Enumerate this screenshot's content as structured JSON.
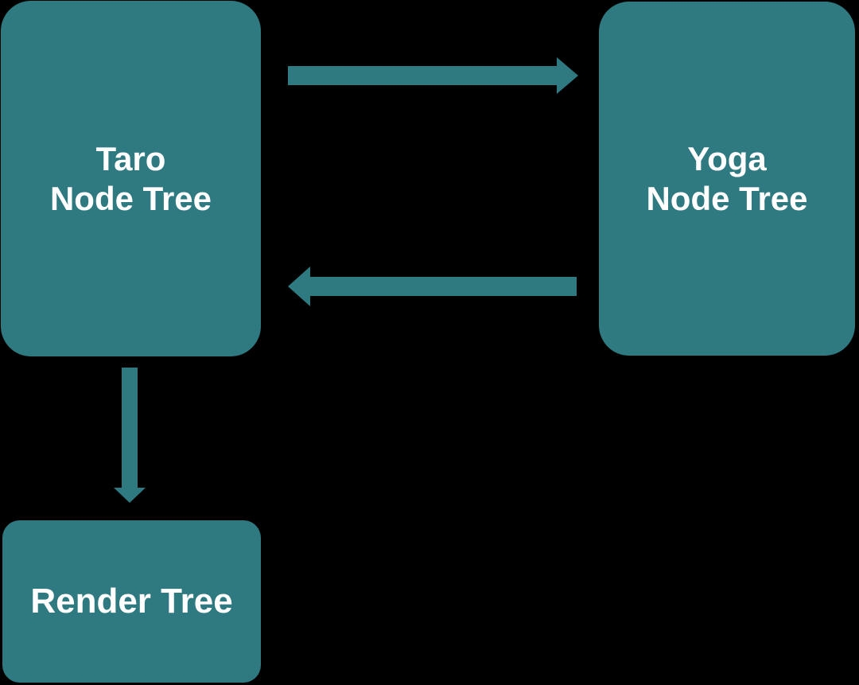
{
  "colors": {
    "background": "#000000",
    "node_fill": "#2E7A80",
    "arrow_fill": "#2E7A80",
    "text": "#FFFFFF"
  },
  "nodes": {
    "taro": {
      "line1": "Taro",
      "line2": "Node Tree"
    },
    "yoga": {
      "line1": "Yoga",
      "line2": "Node Tree"
    },
    "render": {
      "line1": "Render Tree"
    }
  },
  "arrows": [
    {
      "id": "taro-to-yoga",
      "from": "Taro Node Tree",
      "to": "Yoga Node Tree",
      "direction": "right"
    },
    {
      "id": "yoga-to-taro",
      "from": "Yoga Node Tree",
      "to": "Taro Node Tree",
      "direction": "left"
    },
    {
      "id": "taro-to-render",
      "from": "Taro Node Tree",
      "to": "Render Tree",
      "direction": "down"
    }
  ]
}
